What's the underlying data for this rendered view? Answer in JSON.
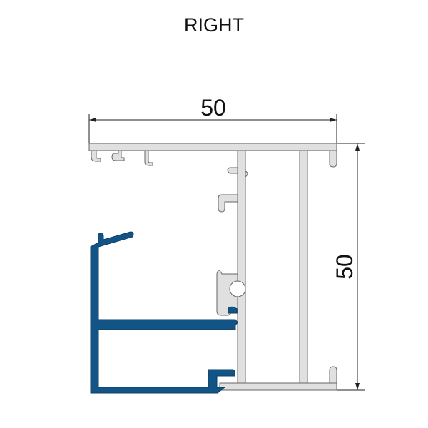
{
  "title": "RIGHT",
  "dimensions": {
    "width_label": "50",
    "height_label": "50"
  },
  "colors": {
    "frame_profile": "#e0e0e0",
    "sash_profile": "#135487",
    "outline": "#666666"
  }
}
